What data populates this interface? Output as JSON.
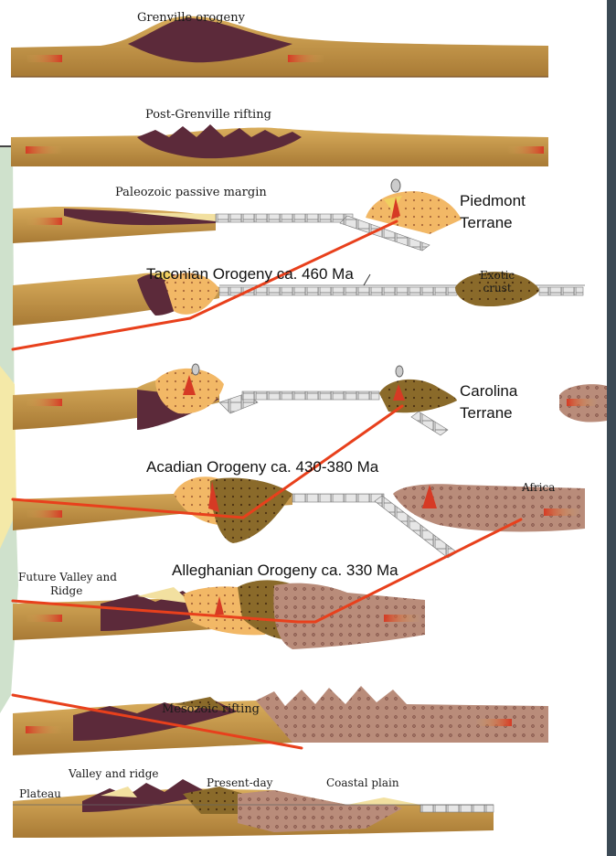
{
  "stages": {
    "grenville": "Grenville orogeny",
    "post_grenville": "Post-Grenville rifting",
    "paleozoic": "Paleozoic passive margin",
    "taconian": "Taconian Orogeny ca. 460 Ma",
    "acadian": "Acadian Orogeny ca. 430-380 Ma",
    "alleghanian": "Alleghanian Orogeny ca. 330 Ma",
    "mesozoic": "Mesozoic rifting",
    "present": "Present-day"
  },
  "terranes": {
    "piedmont_1": "Piedmont",
    "piedmont_2": "Terrane",
    "carolina_1": "Carolina",
    "carolina_2": "Terrane"
  },
  "labels": {
    "exotic_1": "Exotic",
    "exotic_2": "crust",
    "africa": "Africa",
    "future_vr_1": "Future Valley and",
    "future_vr_2": "Ridge",
    "valley_ridge": "Valley and ridge",
    "plateau": "Plateau",
    "coastal_plain": "Coastal plain"
  },
  "colors": {
    "crust_tan": "#d2a452",
    "crust_dark": "#5c2a3a",
    "orange_dots": "#f0b45a",
    "olive": "#8a6a2a",
    "mauve_dots": "#b98c7a",
    "annotation_line": "#e8401c",
    "arrow": "#d8402a"
  }
}
